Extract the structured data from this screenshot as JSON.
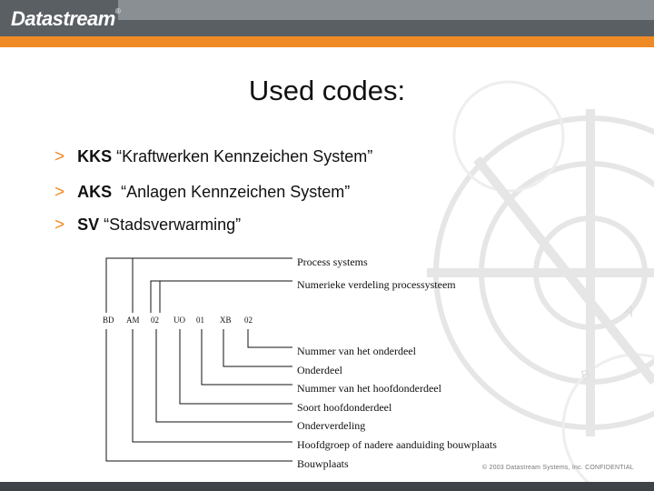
{
  "header": {
    "logo_text": "Datastream",
    "logo_mark": "®",
    "accent_color": "#f08a24",
    "bar_color": "#5a5f64"
  },
  "slide": {
    "title": "Used codes:",
    "bullets": [
      {
        "marker": ">",
        "code": "KKS",
        "text": " “Kraftwerken Kennzeichen System”"
      },
      {
        "marker": ">",
        "code": "AKS",
        "text": "  “Anlagen Kennzeichen System”"
      },
      {
        "marker": ">",
        "code": "SV",
        "text": " “Stadsverwarming”"
      }
    ]
  },
  "diagram": {
    "codes": [
      "BD",
      "AM",
      "02",
      "UO",
      "01",
      "XB",
      "02"
    ],
    "labels_top": [
      "Process systems",
      "Numerieke verdeling processysteem"
    ],
    "labels_bottom": [
      "Nummer van het onderdeel",
      "Onderdeel",
      "Nummer van het hoofdonderdeel",
      "Soort hoofdonderdeel",
      "Onderverdeling",
      "Hoofdgroep of nadere aanduiding bouwplaats",
      "Bouwplaats"
    ]
  },
  "footer": {
    "copyright": "© 2003 Datastream Systems, Inc. CONFIDENTIAL"
  }
}
